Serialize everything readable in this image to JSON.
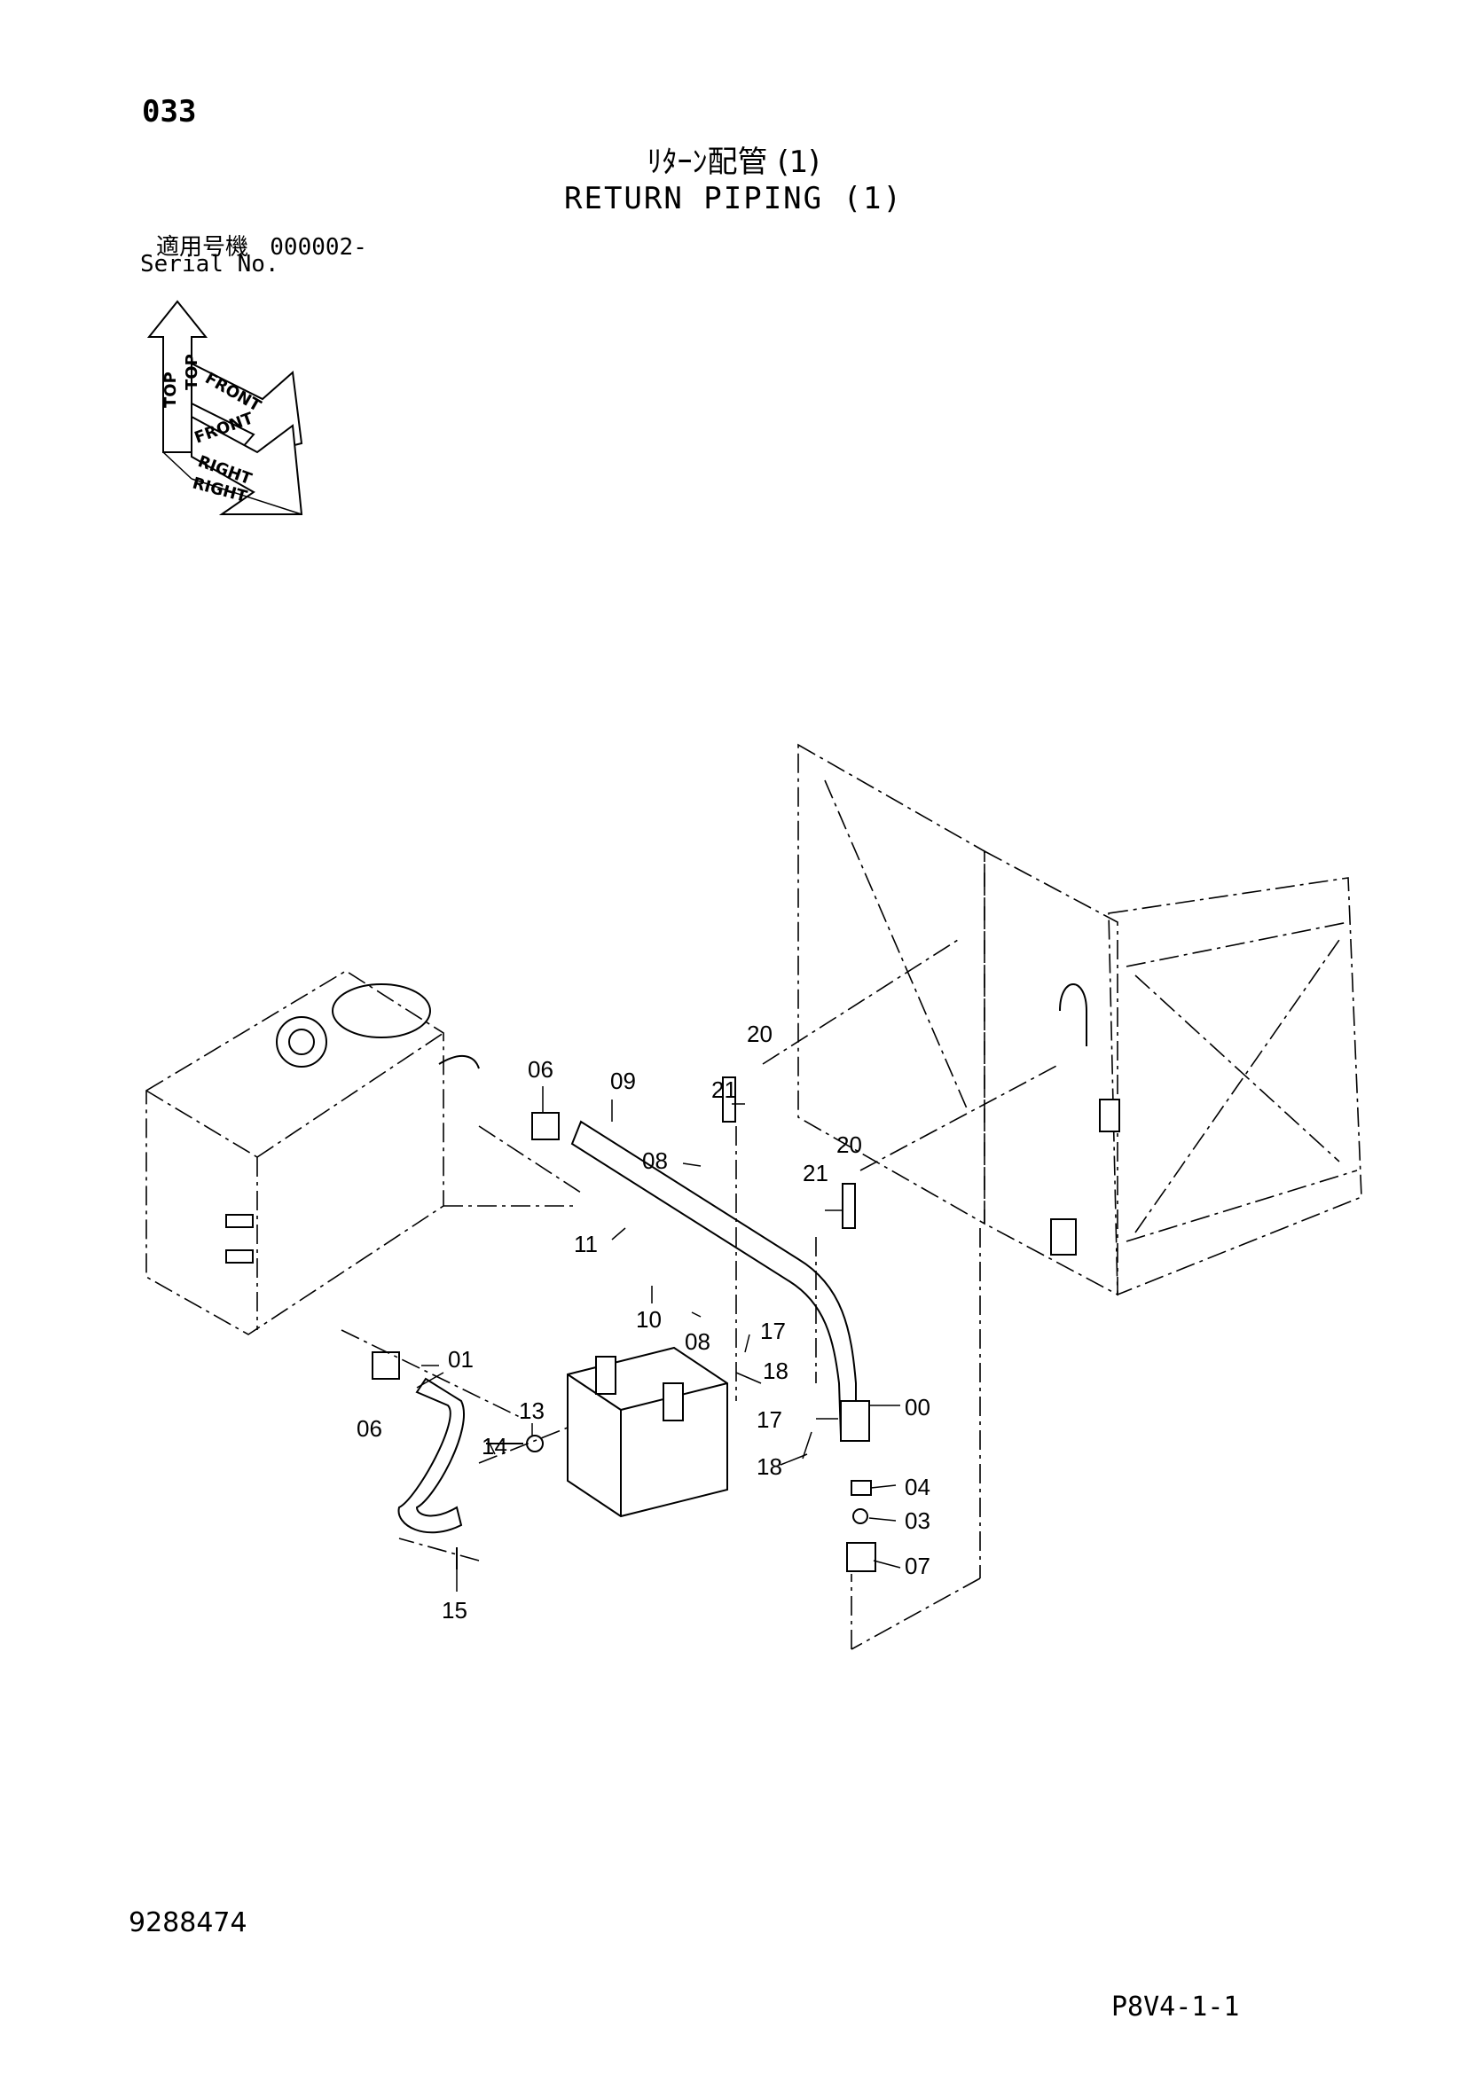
{
  "header": {
    "page_no": "033",
    "title_jp": "ﾘﾀｰﾝ配管 (1)",
    "title_en": "RETURN PIPING (1)",
    "serial_label_jp": "適用号機",
    "serial_value": "000002-",
    "serial_label_en": "Serial No."
  },
  "orientation": {
    "top": "TOP",
    "front": "FRONT",
    "right": "RIGHT"
  },
  "callouts": {
    "c00": "00",
    "c01": "01",
    "c03": "03",
    "c04": "04",
    "c06a": "06",
    "c06b": "06",
    "c07": "07",
    "c08a": "08",
    "c08b": "08",
    "c09": "09",
    "c10": "10",
    "c11": "11",
    "c13": "13",
    "c14": "14",
    "c15": "15",
    "c17a": "17",
    "c17b": "17",
    "c18a": "18",
    "c18b": "18",
    "c20a": "20",
    "c20b": "20",
    "c21a": "21",
    "c21b": "21"
  },
  "footer": {
    "doc_no": "9288474",
    "page_code": "P8V4-1-1"
  }
}
